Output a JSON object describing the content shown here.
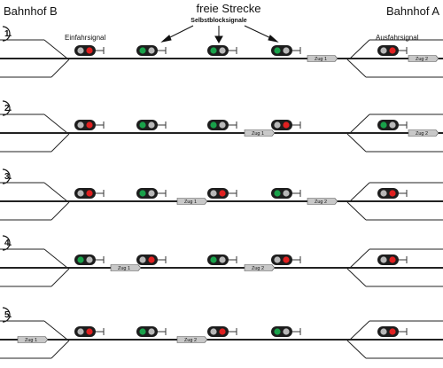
{
  "header": {
    "left": "Bahnhof B",
    "center": "freie Strecke",
    "right": "Bahnhof A"
  },
  "labels": {
    "einfahrsignal": "Einfahrsignal",
    "selbstblocksignale": "Selbstblocksignale",
    "ausfahrsignal": "Ausfahrsignal"
  },
  "colors": {
    "track": "#222222",
    "red_lamp": "#e02020",
    "green_lamp": "#19a14a",
    "unlit_lamp": "#b8b8b8",
    "train_fill": "#c8c8c8"
  },
  "signal_order": [
    "einfahrsignal",
    "block_1",
    "block_2",
    "block_3",
    "ausfahrsignal"
  ],
  "scenes": [
    {
      "number": "1.",
      "signals": [
        "red",
        "green",
        "green",
        "green",
        "red"
      ],
      "trains": [
        {
          "label": "Zug 1",
          "position": "between block_3 and ausfahrsignal"
        },
        {
          "label": "Zug 2",
          "position": "Bahnhof A"
        }
      ]
    },
    {
      "number": "2.",
      "signals": [
        "red",
        "green",
        "green",
        "red",
        "green"
      ],
      "trains": [
        {
          "label": "Zug 1",
          "position": "between block_2 and block_3"
        },
        {
          "label": "Zug 2",
          "position": "Bahnhof A"
        }
      ]
    },
    {
      "number": "3.",
      "signals": [
        "red",
        "green",
        "red",
        "green",
        "red"
      ],
      "trains": [
        {
          "label": "Zug 1",
          "position": "between block_1 and block_2"
        },
        {
          "label": "Zug 2",
          "position": "between block_3 and ausfahrsignal"
        }
      ]
    },
    {
      "number": "4.",
      "signals": [
        "green",
        "red",
        "green",
        "red",
        "red"
      ],
      "trains": [
        {
          "label": "Zug 1",
          "position": "between einfahrsignal and block_1"
        },
        {
          "label": "Zug 2",
          "position": "between block_2 and block_3"
        }
      ]
    },
    {
      "number": "5.",
      "signals": [
        "red",
        "green",
        "red",
        "green",
        "red"
      ],
      "trains": [
        {
          "label": "Zug 1",
          "position": "Bahnhof B"
        },
        {
          "label": "Zug 2",
          "position": "between block_1 and block_2"
        }
      ]
    }
  ]
}
